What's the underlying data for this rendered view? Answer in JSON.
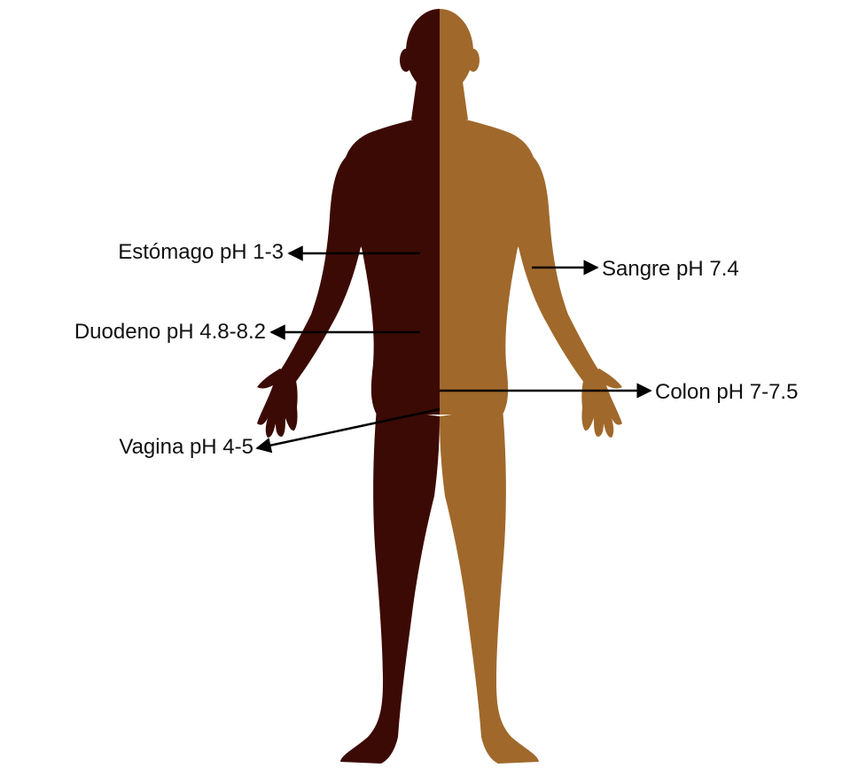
{
  "colors": {
    "left_half": "#3c0a04",
    "right_half": "#a0692b",
    "arrow": "#000000",
    "text": "#111111",
    "background": "#ffffff"
  },
  "labels": {
    "estomago": "Estómago pH 1-3",
    "duodeno": "Duodeno pH 4.8-8.2",
    "vagina": "Vagina pH 4-5",
    "sangre": "Sangre pH 7.4",
    "colon": "Colon pH 7-7.5"
  }
}
